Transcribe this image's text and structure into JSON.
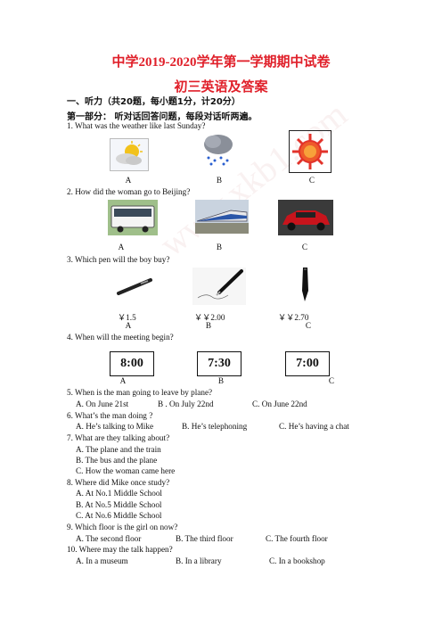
{
  "header": {
    "title": "中学2019-2020学年第一学期期中试卷",
    "subtitle": "初三英语及答案"
  },
  "section1": {
    "heading": "一、听力（共20题，每小题1分，计20分）",
    "part1": "第一部分： 听对话回答问题，每段对话听两遍。"
  },
  "watermark": "www.xkb1.com",
  "q1": {
    "text": "1. What was the weather like last Sunday?",
    "labels": [
      "A",
      "B",
      "C"
    ],
    "icons": [
      "partly-cloudy-icon",
      "rain-cloud-icon",
      "sun-icon"
    ]
  },
  "q2": {
    "text": "2. How did the woman go to Beijing?",
    "labels": [
      "A",
      "B",
      "C"
    ],
    "icons": [
      "bus-icon",
      "train-icon",
      "car-icon"
    ]
  },
  "q3": {
    "text": "3. Which pen will the boy buy?",
    "prices": [
      "￥1.5",
      "￥￥2.00",
      "￥￥2.70"
    ],
    "labels": [
      "A",
      "B",
      "C"
    ],
    "icons": [
      "ballpoint-pen-icon",
      "fountain-pen-writing-icon",
      "fountain-pen-icon"
    ]
  },
  "q4": {
    "text": "4. When will the meeting begin?",
    "times": [
      "8:00",
      "7:30",
      "7:00"
    ],
    "labels": [
      "A",
      "B",
      "C"
    ]
  },
  "q5": {
    "text": "5. When is the man going to leave by plane?",
    "options": [
      "A. On June 21st",
      "B . On July 22nd",
      "C. On June 22nd"
    ]
  },
  "q6": {
    "text": "6. What’s the man doing ?",
    "options": [
      "A. He’s talking to Mike",
      "B. He’s telephoning",
      "C. He’s having a chat"
    ]
  },
  "q7": {
    "text": "7. What are they talking about?",
    "options": [
      "A. The plane and the train",
      "B. The bus and the plane",
      "C. How the woman came here"
    ]
  },
  "q8": {
    "text": "8. Where did Mike once study?",
    "options": [
      "A. At No.1 Middle School",
      "B. At No.5 Middle School",
      "C. At No.6 Middle School"
    ]
  },
  "q9": {
    "text": "9. Which floor is the girl on now?",
    "options": [
      "A. The second floor",
      "B. The third floor",
      "C. The fourth floor"
    ]
  },
  "q10": {
    "text": "10. Where may the talk happen?",
    "options": [
      "A. In a museum",
      "B. In a library",
      "C. In a bookshop"
    ]
  }
}
